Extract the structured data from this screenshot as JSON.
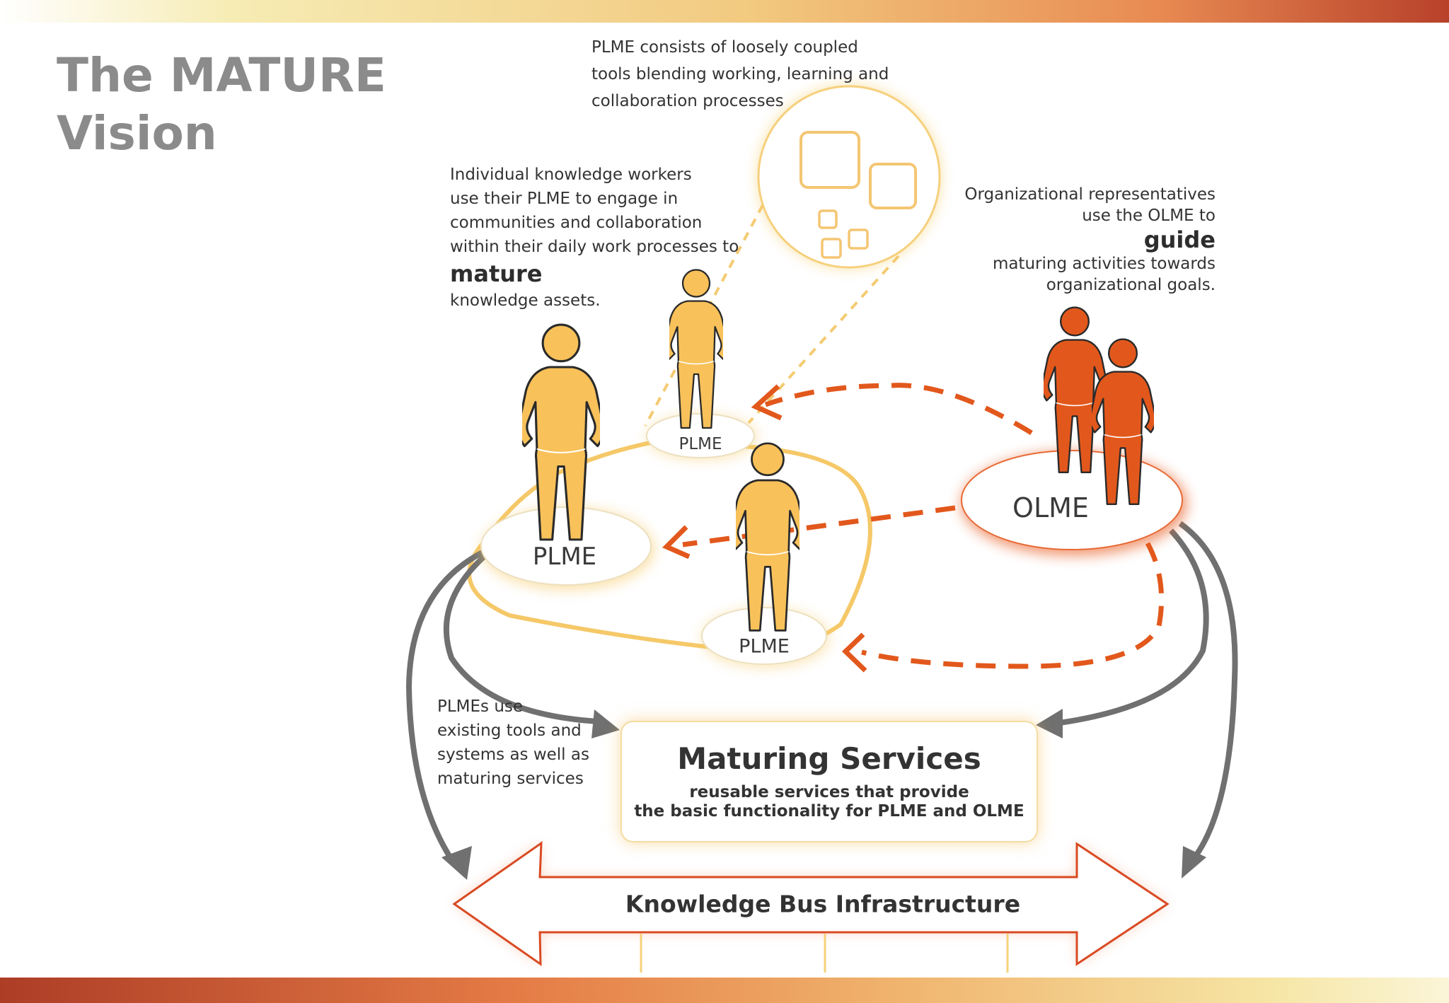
{
  "slide": {
    "title_line1": "The MATURE",
    "title_line2": "Vision"
  },
  "captions": {
    "tools": {
      "line1": "PLME consists of loosely coupled",
      "line2": "tools blending working, learning and",
      "line3": "collaboration processes"
    },
    "individual": {
      "line1": "Individual knowledge workers",
      "line2": "use their PLME to engage in",
      "line3": "communities and collaboration",
      "line4": "within their daily work processes to",
      "emphasis": "mature",
      "line5": "knowledge assets."
    },
    "organizational": {
      "line1": "Organizational representatives",
      "line2": "use the OLME to",
      "emphasis": "guide",
      "line3": "maturing activities towards",
      "line4": "organizational goals."
    },
    "plmes_use": {
      "line1": "PLMEs use",
      "line2": "existing tools and",
      "line3": "systems as well as",
      "line4": "maturing services"
    }
  },
  "nodes": {
    "plme_main": "PLME",
    "plme_top": "PLME",
    "plme_bottom": "PLME",
    "olme": "OLME"
  },
  "services": {
    "title": "Maturing Services",
    "sub_line1": "reusable services that provide",
    "sub_line2": "the basic functionality for PLME and OLME"
  },
  "bus": {
    "label": "Knowledge Bus Infrastructure"
  },
  "colors": {
    "plme_person": "#f8c15a",
    "olme_person": "#e2581c",
    "dashed_arrow": "#e2581c",
    "gray_arrow": "#707070",
    "title_gray": "#8b8b8b",
    "orange_glow": "#f0c060"
  }
}
